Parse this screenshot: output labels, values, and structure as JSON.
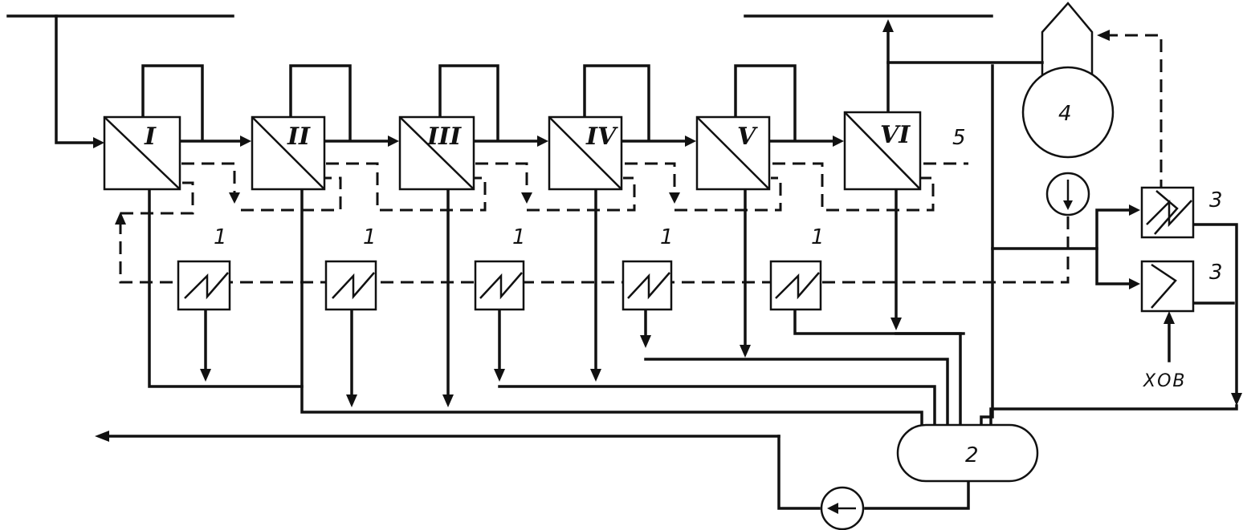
{
  "evaporators": [
    {
      "label": "I"
    },
    {
      "label": "II"
    },
    {
      "label": "III"
    },
    {
      "label": "IV"
    },
    {
      "label": "V"
    },
    {
      "label": "VI"
    }
  ],
  "heaters": [
    {
      "label": "1"
    },
    {
      "label": "1"
    },
    {
      "label": "1"
    },
    {
      "label": "1"
    },
    {
      "label": "1"
    }
  ],
  "tank": {
    "label": "2"
  },
  "coolers": [
    {
      "label": "3"
    },
    {
      "label": "3"
    }
  ],
  "boiler": {
    "label": "4"
  },
  "line5": {
    "label": "5"
  },
  "cold_water": {
    "label": "ХОВ"
  }
}
